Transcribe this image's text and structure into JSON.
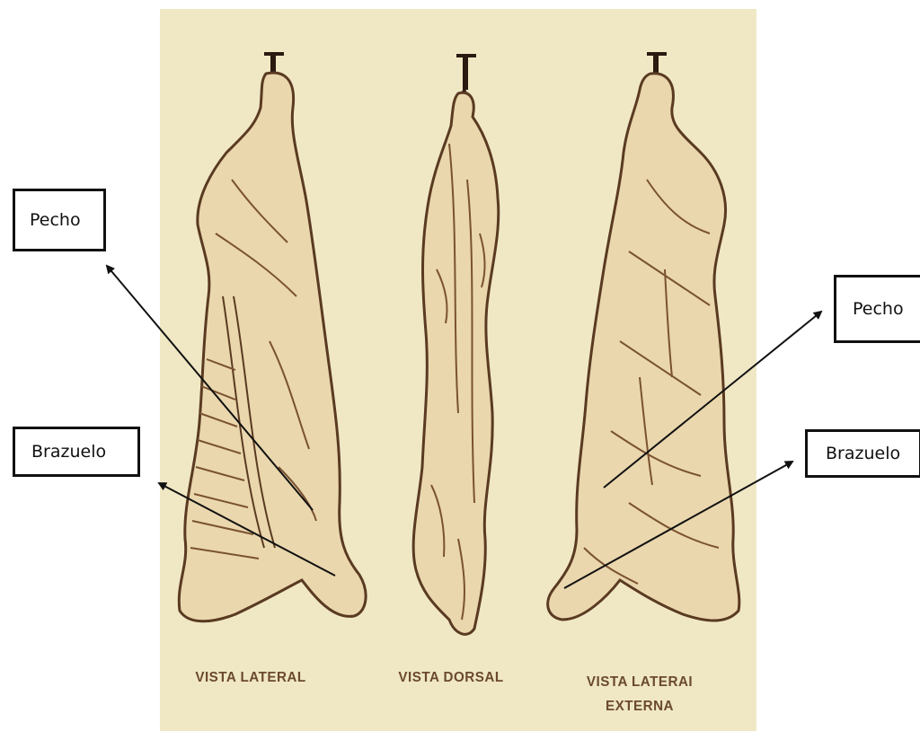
{
  "labels": {
    "pecho_left": "Pecho",
    "brazuelo_left": "Brazuelo",
    "pecho_right": "Pecho",
    "brazuelo_right": "Brazuelo"
  },
  "captions": {
    "lateral": "VISTA LATERAL",
    "dorsal": "VISTA DORSAL",
    "externa_line1": "VISTA LATERAI",
    "externa_line2": "EXTERNA"
  },
  "colors": {
    "plate_background": "#f0e8c4",
    "carcass_fill": "#ead7ad",
    "ink": "#5a3a22",
    "caption_text": "#6b4a2e",
    "arrow": "#111111"
  }
}
